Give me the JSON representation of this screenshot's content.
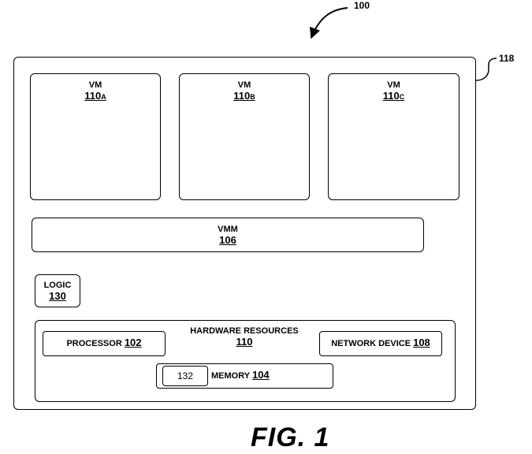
{
  "figure": {
    "ref_100": "100",
    "ref_118": "118",
    "caption": "FIG. 1"
  },
  "vms": [
    {
      "title": "VM",
      "ref": "110",
      "suffix": "A"
    },
    {
      "title": "VM",
      "ref": "110",
      "suffix": "B"
    },
    {
      "title": "VM",
      "ref": "110",
      "suffix": "C"
    }
  ],
  "vmm": {
    "title": "VMM",
    "ref": "106"
  },
  "logic": {
    "title": "LOGIC",
    "ref": "130"
  },
  "hardware": {
    "title": "HARDWARE RESOURCES",
    "ref": "110",
    "processor": {
      "title": "PROCESSOR",
      "ref": "102"
    },
    "network": {
      "title": "NETWORK DEVICE",
      "ref": "108"
    },
    "memory": {
      "title": "MEMORY",
      "ref": "104",
      "inner_ref": "132"
    }
  }
}
